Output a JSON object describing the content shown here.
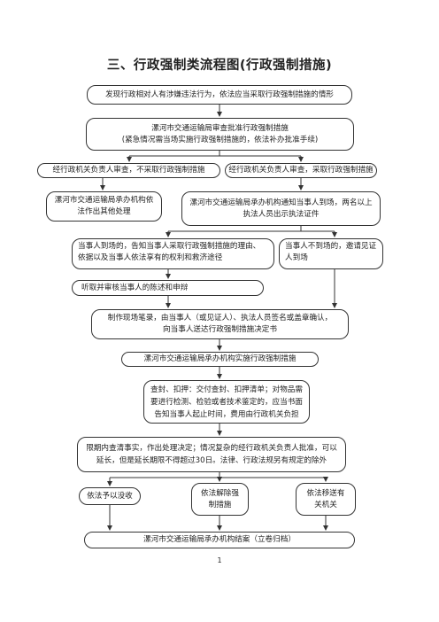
{
  "title": "三、行政强制类流程图(行政强制措施)",
  "nodes": {
    "n1": "发现行政相对人有涉嫌违法行为，依法应当采取行政强制措施的情形",
    "n2": [
      "漯河市交通运输局审查批准行政强制措施",
      "(紧急情况需当场实施行政强制措施的，依法补办批准手续)"
    ],
    "n3a": "经行政机关负责人审查，不采取行政强制措施",
    "n3b": "经行政机关负责人审查，采取行政强制措施",
    "n4a": [
      "漯河市交通运输局承办机构依",
      "法作出其他处理"
    ],
    "n4b": [
      "漯河市交通运输局承办机构通知当事人到场，两名以上",
      "执法人员出示执法证件"
    ],
    "n5a": [
      "当事人到场的，告知当事人采取行政强制措施的理由、",
      "依据以及当事人依法享有的权利和救济途径"
    ],
    "n5b": [
      "当事人不到场的，邀请见证",
      "人到场"
    ],
    "n6": "听取并审核当事人的陈述和申辩",
    "n7": [
      "制作现场笔录，由当事人（或见证人）、执法人员签名或盖章确认，",
      "向当事人送达行政强制措施决定书"
    ],
    "n8": "漯河市交通运输局承办机构实施行政强制措施",
    "n9": [
      "查封、扣押：交付查封、扣押清单；对物品需",
      "要进行检测、检验或者技术鉴定的，应当书面",
      "告知当事人起止时间，费用由行政机关负担"
    ],
    "n10": [
      "限期内查清事实，作出处理决定；情况复杂的经行政机关负责人批准，可以",
      "延长，但是延长期限不得超过30日。法律、行政法规另有规定的除外"
    ],
    "n11a": "依法予以没收",
    "n11b": [
      "依法解除强",
      "制措施"
    ],
    "n11c": [
      "依法移送有",
      "关机关"
    ],
    "n12": "漯河市交通运输局承办机构结案（立卷归档）"
  },
  "page_number": "1"
}
